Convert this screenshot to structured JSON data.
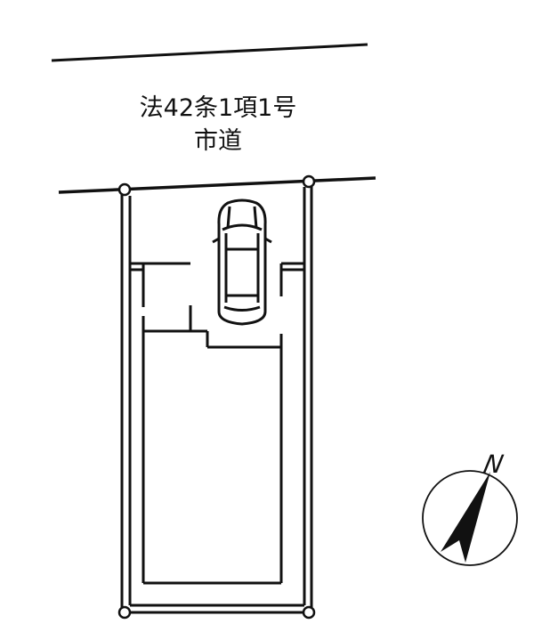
{
  "road": {
    "line1": "法42条1項1号",
    "line2": "市道"
  },
  "compass": {
    "label": "N"
  },
  "colors": {
    "ink": "#111111",
    "background": "#ffffff"
  }
}
